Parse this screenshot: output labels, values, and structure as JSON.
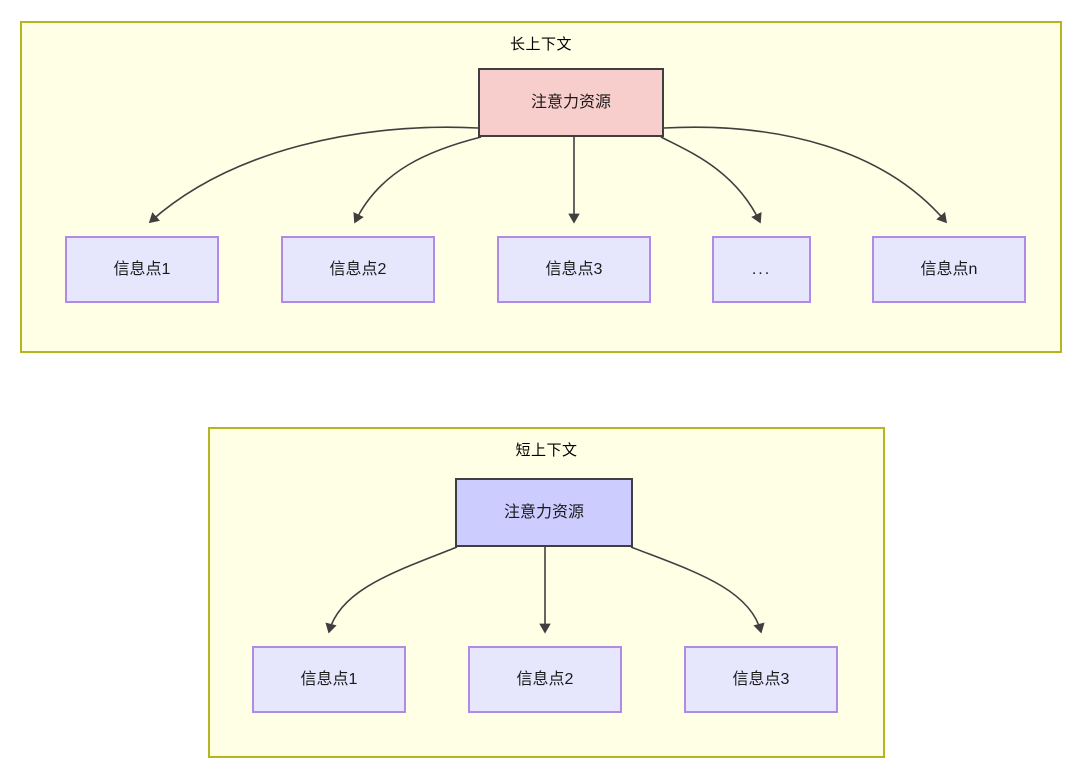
{
  "diagram": {
    "type": "attention-allocation-comparison",
    "groups": [
      {
        "id": "long-context",
        "title": "长上下文",
        "root": {
          "label": "注意力资源",
          "fill": "#f8cecc",
          "stroke": "#3f3f3f"
        },
        "children": [
          {
            "label": "信息点1"
          },
          {
            "label": "信息点2"
          },
          {
            "label": "信息点3"
          },
          {
            "label": "..."
          },
          {
            "label": "信息点n"
          }
        ],
        "container_fill": "#ffffe6",
        "container_stroke": "#b5b520"
      },
      {
        "id": "short-context",
        "title": "短上下文",
        "root": {
          "label": "注意力资源",
          "fill": "#ccccff",
          "stroke": "#3f3f3f"
        },
        "children": [
          {
            "label": "信息点1"
          },
          {
            "label": "信息点2"
          },
          {
            "label": "信息点3"
          }
        ],
        "container_fill": "#ffffe6",
        "container_stroke": "#b5b520"
      }
    ],
    "colors": {
      "info_node_fill": "#e6e6fd",
      "info_node_stroke": "#b18ae6",
      "edge_stroke": "#3f3f3f",
      "page_background": "#ffffff"
    }
  }
}
